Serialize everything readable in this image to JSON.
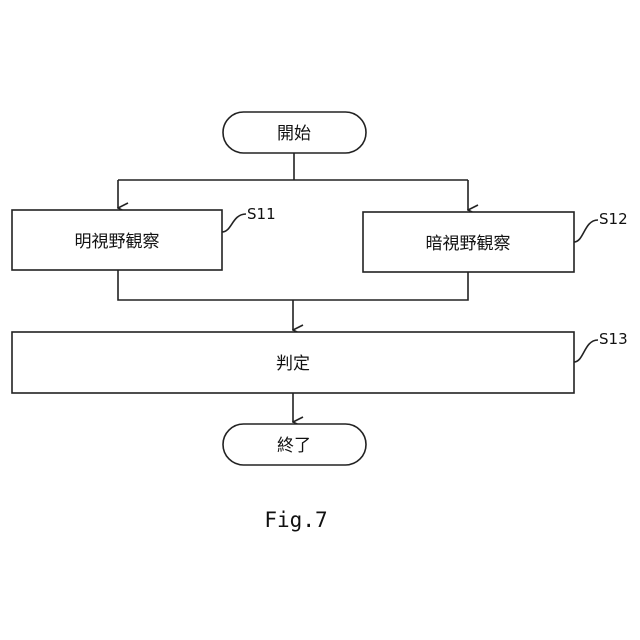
{
  "flowchart": {
    "start_label": "開始",
    "step_s11": {
      "id": "S11",
      "label": "明視野観察"
    },
    "step_s12": {
      "id": "S12",
      "label": "暗視野観察"
    },
    "step_s13": {
      "id": "S13",
      "label": "判定"
    },
    "end_label": "終了"
  },
  "caption": "Fig.7"
}
